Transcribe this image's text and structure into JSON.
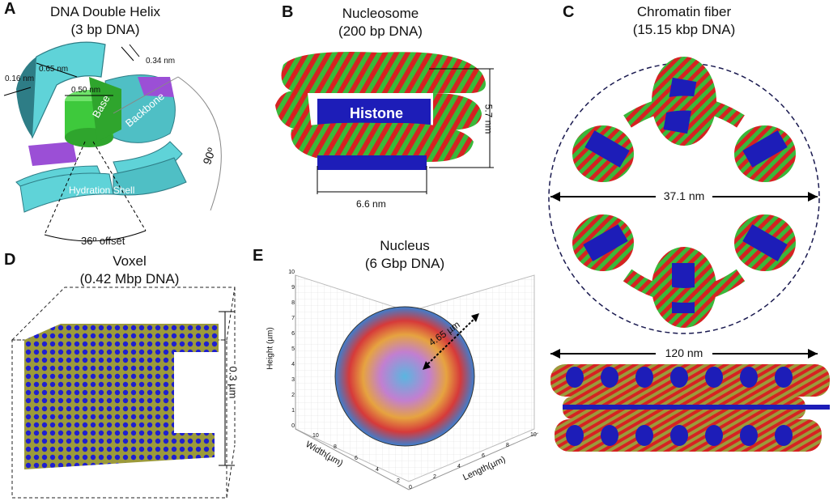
{
  "panels": {
    "a": {
      "letter": "A",
      "title1": "DNA Double Helix",
      "title2": "(3 bp DNA)",
      "labels": {
        "d016": "0.16 nm",
        "d065": "0.65 nm",
        "d050": "0.50 nm",
        "d034": "0.34 nm",
        "base": "Base",
        "backbone": "Backbone",
        "hydration": "Hydration Shell",
        "angle90": "90º",
        "offset": "36º offset"
      }
    },
    "b": {
      "letter": "B",
      "title1": "Nucleosome",
      "title2": "(200 bp DNA)",
      "labels": {
        "histone": "Histone",
        "height": "5.7 nm",
        "width": "6.6 nm"
      }
    },
    "c": {
      "letter": "C",
      "title1": "Chromatin fiber",
      "title2": "(15.15 kbp DNA)",
      "labels": {
        "diameter": "37.1 nm",
        "length": "120 nm"
      }
    },
    "d": {
      "letter": "D",
      "title1": "Voxel",
      "title2": "(0.42 Mbp DNA)",
      "labels": {
        "size": "0.3 µm"
      }
    },
    "e": {
      "letter": "E",
      "title1": "Nucleus",
      "title2": "(6 Gbp DNA)",
      "labels": {
        "radius": "4.65 µm",
        "zaxis": "Height (µm)",
        "xaxis": "Length(µm)",
        "yaxis": "Width(µm)"
      },
      "z_ticks": [
        "0",
        "1",
        "2",
        "3",
        "4",
        "5",
        "6",
        "7",
        "8",
        "9",
        "10"
      ],
      "x_ticks": [
        "0",
        "2",
        "4",
        "6",
        "8",
        "10"
      ],
      "y_ticks": [
        "2",
        "4",
        "6",
        "8",
        "10"
      ]
    }
  },
  "colors": {
    "helix_cyan": "#5fd3d8",
    "helix_dark": "#2e7d86",
    "base_green": "#3ec93c",
    "purple": "#9b4fd6",
    "dna_red": "#d62222",
    "dna_green": "#3ab83a",
    "histone_blue": "#1d1db8",
    "voxel_olive": "#9c9a3a",
    "voxel_blue": "#1f1fcf"
  }
}
